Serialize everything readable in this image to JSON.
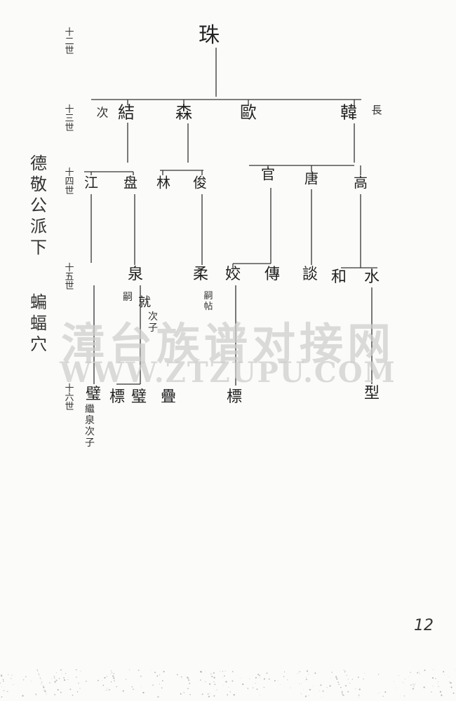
{
  "generations": [
    "十二世",
    "十三世",
    "十四世",
    "十五世",
    "十六世"
  ],
  "side_notes": [
    "德敬公派下",
    "蝙蝠穴"
  ],
  "watermark": {
    "line1": "漳台族谱对接网",
    "line2": "WWW.ZTZUPU.COM"
  },
  "page_number": "12",
  "persons": [
    {
      "id": "zhu",
      "name": "珠"
    },
    {
      "id": "jie",
      "name": "結",
      "note": "次"
    },
    {
      "id": "sen",
      "name": "森"
    },
    {
      "id": "ou",
      "name": "歐"
    },
    {
      "id": "han",
      "name": "韓",
      "note": "長"
    },
    {
      "id": "jiang",
      "name": "江"
    },
    {
      "id": "yan",
      "name": "盘"
    },
    {
      "id": "lin",
      "name": "林"
    },
    {
      "id": "jun",
      "name": "俊"
    },
    {
      "id": "guan",
      "name": "官"
    },
    {
      "id": "tang",
      "name": "唐"
    },
    {
      "id": "gao",
      "name": "高"
    },
    {
      "id": "quan",
      "name": "泉",
      "note": "嗣"
    },
    {
      "id": "jiu",
      "name": "就",
      "note": "次子"
    },
    {
      "id": "qian",
      "name": "柔",
      "note": "嗣帖"
    },
    {
      "id": "jiao",
      "name": "姣"
    },
    {
      "id": "chuan",
      "name": "傳"
    },
    {
      "id": "tan",
      "name": "談"
    },
    {
      "id": "he",
      "name": "和"
    },
    {
      "id": "shui",
      "name": "水"
    },
    {
      "id": "bi1",
      "name": "璧",
      "note": "繼泉次子"
    },
    {
      "id": "biao",
      "name": "標"
    },
    {
      "id": "bi2",
      "name": "璧"
    },
    {
      "id": "die",
      "name": "疊"
    },
    {
      "id": "biao2",
      "name": "標"
    },
    {
      "id": "xing",
      "name": "型"
    }
  ]
}
